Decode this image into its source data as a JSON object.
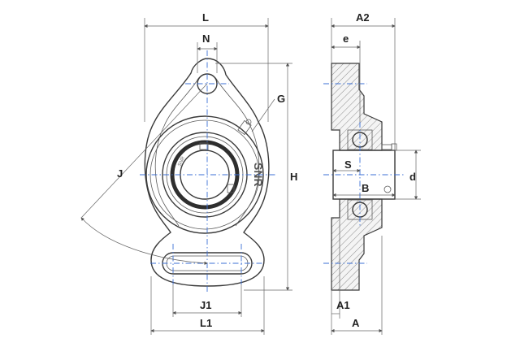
{
  "labels": {
    "L": "L",
    "N": "N",
    "G": "G",
    "J": "J",
    "H": "H",
    "J1": "J1",
    "L1": "L1",
    "A2": "A2",
    "e": "e",
    "S": "S",
    "B": "B",
    "d": "d",
    "A1": "A1",
    "A": "A"
  },
  "brand": {
    "logo": "SNR",
    "ring_text": "SNR"
  },
  "colors": {
    "line": "#3a3a3a",
    "centerline": "#3b6fd6",
    "dimension": "#666666"
  }
}
